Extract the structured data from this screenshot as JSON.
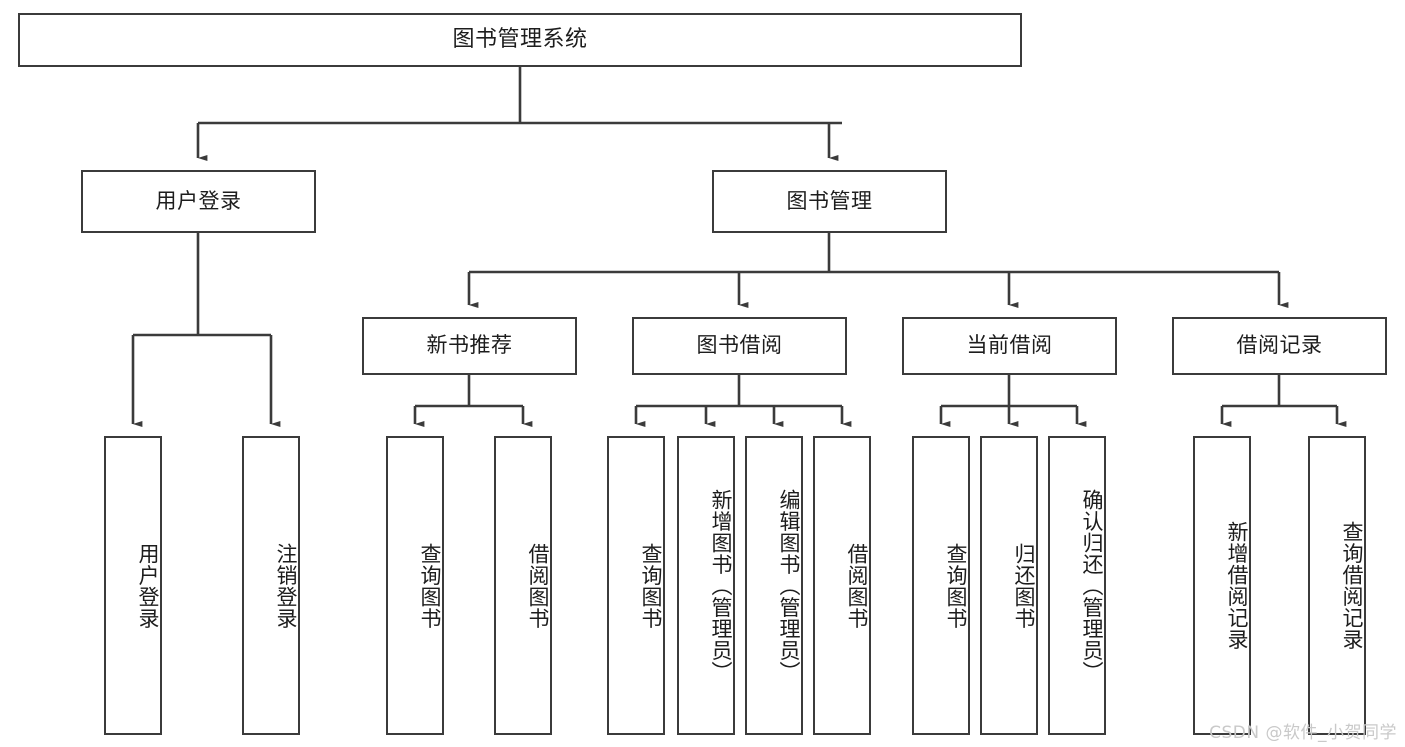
{
  "diagram": {
    "type": "tree",
    "title": "图书管理系统",
    "watermark": "CSDN @软件_小贺同学",
    "colors": {
      "box_border": "#3b3b3b",
      "box_fill": "#ffffff",
      "connector": "#3b3b3b",
      "text": "#1d1d1d",
      "watermark": "#c9c9c9",
      "background": "#ffffff"
    },
    "root": {
      "label": "图书管理系统"
    },
    "level2": [
      {
        "label": "用户登录"
      },
      {
        "label": "图书管理"
      }
    ],
    "level3": [
      {
        "label": "新书推荐"
      },
      {
        "label": "图书借阅"
      },
      {
        "label": "当前借阅"
      },
      {
        "label": "借阅记录"
      }
    ],
    "leaves": {
      "user_login": [
        {
          "label": "用户登录"
        },
        {
          "label": "注销登录"
        }
      ],
      "new_book_recommend": [
        {
          "label": "查询图书"
        },
        {
          "label": "借阅图书"
        }
      ],
      "book_borrow": [
        {
          "label": "查询图书"
        },
        {
          "label": "新增图书（管理员）"
        },
        {
          "label": "编辑图书（管理员）"
        },
        {
          "label": "借阅图书"
        }
      ],
      "current_borrow": [
        {
          "label": "查询图书"
        },
        {
          "label": "归还图书"
        },
        {
          "label": "确认归还（管理员）"
        }
      ],
      "borrow_record": [
        {
          "label": "新增借阅记录"
        },
        {
          "label": "查询借阅记录"
        }
      ]
    }
  }
}
